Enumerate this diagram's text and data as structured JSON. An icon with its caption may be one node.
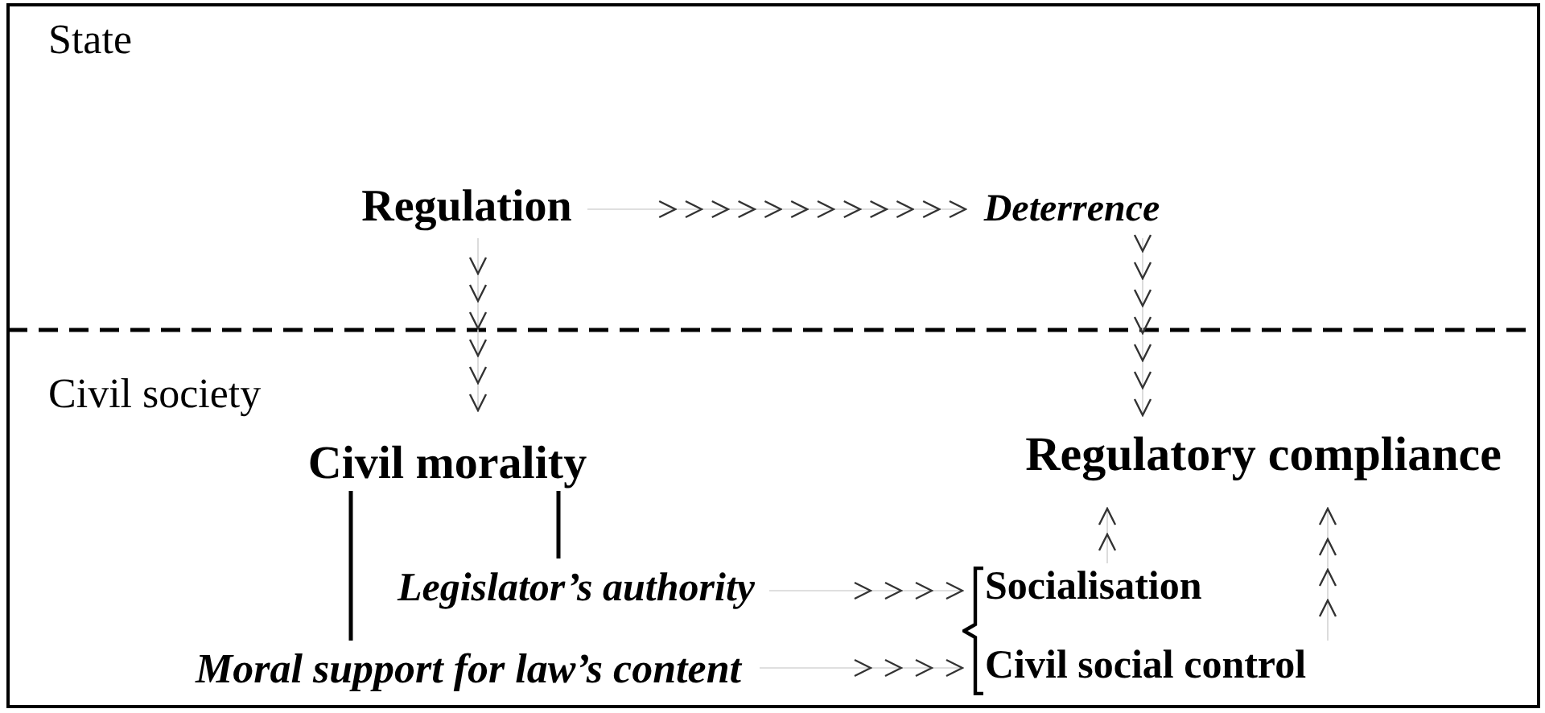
{
  "diagram": {
    "nodes": [
      {
        "text": [
          "Regulation"
        ]
      },
      {
        "text": [
          "Deterrence"
        ]
      },
      {
        "text": [
          "Civil morality"
        ]
      },
      {
        "text": [
          "Legislator’s authority"
        ]
      },
      {
        "text": [
          "Moral support for law’s content"
        ]
      },
      {
        "text": [
          "Socialisation"
        ]
      },
      {
        "text": [
          "Civil social control"
        ]
      },
      {
        "text": [
          "Regulatory compliance"
        ]
      },
      {
        "text": [],
        "shape": "bracket"
      }
    ],
    "edges": [
      {
        "from": 0,
        "to": 1,
        "arrow": "to"
      },
      {
        "from": 0,
        "to": 2,
        "arrow": "to"
      },
      {
        "from": 1,
        "to": 7,
        "arrow": "to"
      },
      {
        "from": 2,
        "to": 3,
        "arrow": "none",
        "style": "thick",
        "color": "#000000"
      },
      {
        "from": 2,
        "to": 4,
        "arrow": "none",
        "style": "thick",
        "color": "#000000"
      },
      {
        "from": 3,
        "to": 8,
        "arrow": "to"
      },
      {
        "from": 4,
        "to": 8,
        "arrow": "to"
      },
      {
        "from": 5,
        "to": 7,
        "arrow": "to"
      },
      {
        "from": 6,
        "to": 7,
        "arrow": "to"
      }
    ],
    "labels": [
      "State",
      "Civil society"
    ]
  }
}
